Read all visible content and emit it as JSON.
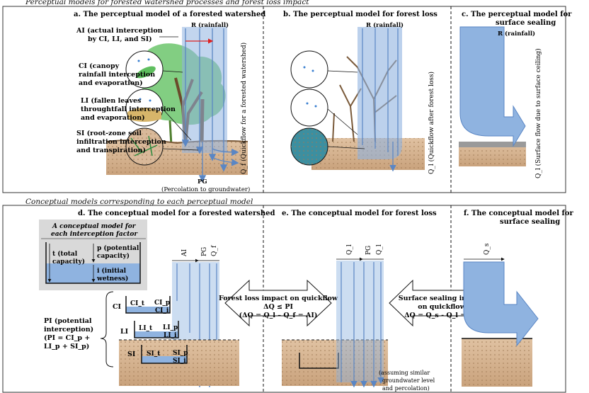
{
  "top_section": {
    "title": "Perceptual models for forested watershed processes and forest loss impact",
    "panel_a": {
      "title": "a. The perceptual model of a forested watershed",
      "rainfall": "R (rainfall)",
      "ai_lines": [
        "AI (actual interception",
        "by CI, LI, and SI)"
      ],
      "ci_lines": [
        "CI (canopy",
        "rainfall interception",
        "and evaporation)"
      ],
      "li_lines": [
        "LI (fallen leaves",
        "throughtfall interception",
        "and evaporation)"
      ],
      "si_lines": [
        "SI (root-zone soil",
        "infiltration interception",
        "and transpiration)"
      ],
      "quickflow": "Q_f (Quickflow for a forested watershed)",
      "pg": "PG",
      "pg_desc": "(Percolation to groundwater)"
    },
    "panel_b": {
      "title": "b. The perceptual model for forest loss",
      "rainfall": "R (rainfall)",
      "quickflow": "Q_l (Quickflow after forest loss)"
    },
    "panel_c": {
      "title_lines": [
        "c. The perceptual model for",
        "surface sealing"
      ],
      "rainfall": "R (rainfall)",
      "quickflow": "Q_l (Surface flow due to surface ceiling)"
    }
  },
  "bottom_section": {
    "title": "Conceptual models corresponding to each perceptual model",
    "panel_d": {
      "title": "d. The conceptual model for a forested watershed",
      "box_title_lines": [
        "A conceptual model for",
        "each interception factor"
      ],
      "t_lines": [
        "t (total",
        "capacity)"
      ],
      "p_lines": [
        "p (potential",
        "capacity)"
      ],
      "i_lines": [
        "i (initial",
        "wetness)"
      ],
      "flux_ai": "AI",
      "flux_pg": "PG",
      "flux_qf": "Q_f",
      "ci": "CI",
      "ci_t": "CI_t",
      "ci_p": "CI_p",
      "ci_i": "CI_i",
      "li": "LI",
      "li_t": "LI_t",
      "li_p": "LI_p",
      "li_i": "LI_i",
      "si": "SI",
      "si_t": "SI_t",
      "si_p": "SI_p",
      "si_i": "SI_i",
      "pi_lines": [
        "PI (potential",
        "interception)",
        "(PI = CI_p +",
        "LI_p + SI_p)"
      ]
    },
    "panel_e": {
      "title": "e. The conceptual model for forest loss",
      "flux_ql": "Q_l",
      "flux_pg": "PG",
      "flux_ql2": "Q_l",
      "arrow_lines": [
        "Forest loss impact on quickflow",
        "ΔQ ≤ PI",
        "(ΔQ = Q_l – Q_f = AI)"
      ],
      "note_lines": [
        "(assuming similar",
        "groundwater level",
        "and percolation)"
      ]
    },
    "panel_f": {
      "title_lines": [
        "f. The conceptual model for",
        "surface sealing"
      ],
      "flux_qs": "Q_s",
      "arrow_lines": [
        "Surface sealing impact",
        "on quickflow",
        "ΔQ = Q_s - Q_l = PG"
      ]
    }
  },
  "colors": {
    "water": "#8fb3e0",
    "water_dark": "#5a86c4",
    "soil": "#d9b99a",
    "tree_green": "#5fbf5f",
    "grey_box": "#d9d9d9"
  }
}
